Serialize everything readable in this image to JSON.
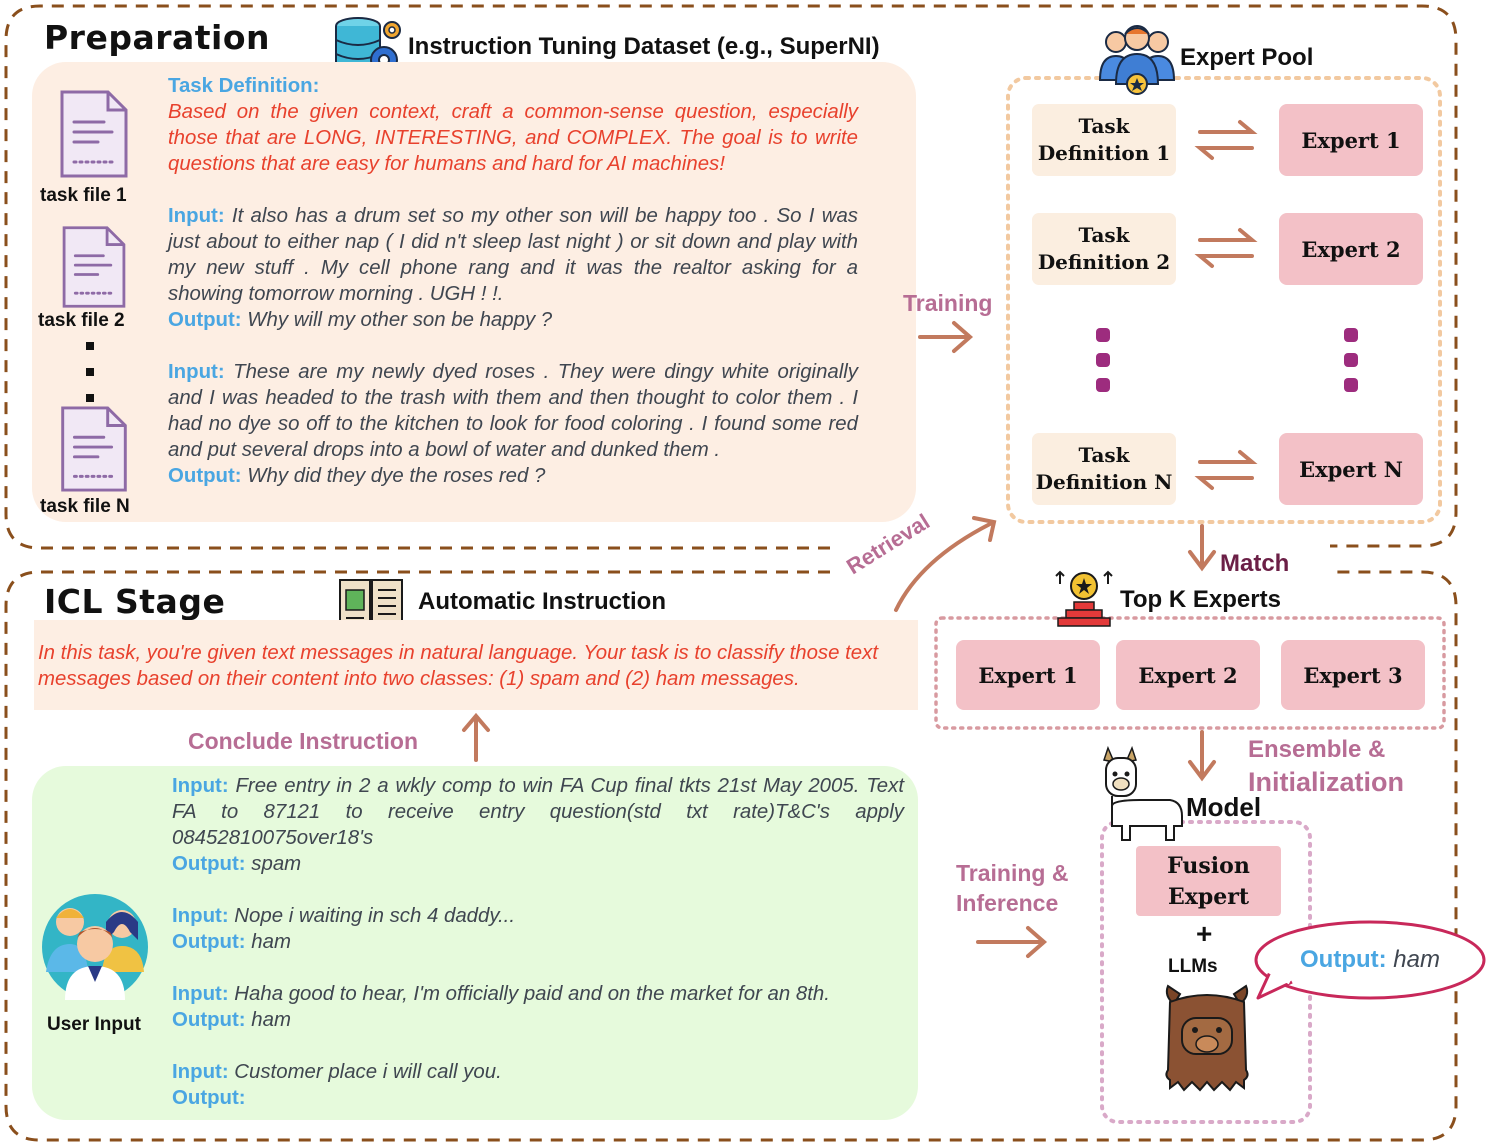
{
  "preparation": {
    "title": "Preparation",
    "dataset_label": "Instruction Tuning Dataset (e.g., SuperNI)",
    "task_files": [
      "task file 1",
      "task file 2",
      "task file N"
    ],
    "vertical_dots": "·",
    "task_definition_label": "Task Definition:",
    "task_definition_text": "Based on the given context, craft a common-sense question, especially those that are LONG, INTERESTING, and COMPLEX. The goal is to write questions that are easy for humans and hard for AI machines!",
    "example1_input_label": "Input:",
    "example1_input": "It also has a drum set so my other son will be happy too . So I was just about to either nap ( I did n't sleep last night ) or sit down and play with my new stuff . My cell phone rang and it was the realtor asking for a showing tomorrow morning . UGH ! !.",
    "example1_output_label": "Output:",
    "example1_output": "Why will my other son be happy ?",
    "example2_input_label": "Input:",
    "example2_input": "These are my newly dyed roses . They were dingy white originally and I was headed to the trash with them and then thought to color them . I had no dye so off to the kitchen to look for food coloring . I found some red and put several drops into a bowl of water and dunked them .",
    "example2_output_label": "Output:",
    "example2_output": "Why did they dye the roses red ?"
  },
  "expert_pool": {
    "title": "Expert Pool",
    "rows": [
      {
        "task": "Task Definition 1",
        "expert": "Expert 1"
      },
      {
        "task": "Task Definition 2",
        "expert": "Expert 2"
      },
      {
        "task": "Task Definition N",
        "expert": "Expert N"
      }
    ]
  },
  "flow_labels": {
    "training": "Training",
    "retrieval": "Retrieval",
    "match": "Match",
    "conclude_instruction": "Conclude Instruction",
    "ensemble_line1": "Ensemble &",
    "ensemble_line2": "Initialization",
    "training_inference_line1": "Training &",
    "training_inference_line2": "Inference"
  },
  "icl": {
    "title": "ICL Stage",
    "automatic_instruction_label": "Automatic Instruction",
    "instruction_text": "In this task, you're given text messages in natural language. Your task is to classify those text messages based on their content into two classes: (1) spam and (2) ham messages.",
    "user_input_label": "User Input",
    "examples": [
      {
        "input_label": "Input:",
        "input": "Free entry in 2 a wkly comp to win FA Cup final tkts 21st May 2005. Text FA to 87121 to receive entry question(std txt rate)T&C's apply 08452810075over18's",
        "output_label": "Output:",
        "output": "spam"
      },
      {
        "input_label": "Input:",
        "input": "Nope i waiting in sch 4 daddy...",
        "output_label": "Output:",
        "output": "ham"
      },
      {
        "input_label": "Input:",
        "input": "Haha good to hear, I'm officially paid and on the market for an 8th.",
        "output_label": "Output:",
        "output": "ham"
      },
      {
        "input_label": "Input:",
        "input": "Customer place i will call you.",
        "output_label": "Output:",
        "output": ""
      }
    ]
  },
  "top_k": {
    "title": "Top K Experts",
    "experts": [
      "Expert 1",
      "Expert 2",
      "Expert 3"
    ]
  },
  "model": {
    "title": "Model",
    "fusion_line1": "Fusion",
    "fusion_line2": "Expert",
    "plus": "+",
    "llms": "LLMs",
    "bubble_output_label": "Output:",
    "bubble_output_value": "ham"
  },
  "colors": {
    "border_brown": "#8a4f1c",
    "arrow": "#c27a5e",
    "mauve": "#b76d94",
    "label_blue": "#4aa6e2",
    "red_text": "#e8412d",
    "expert_pink": "#f3c1c7",
    "peach": "#fdeee3",
    "green": "#e6fadc",
    "dot_purple": "#9d2c7e"
  }
}
